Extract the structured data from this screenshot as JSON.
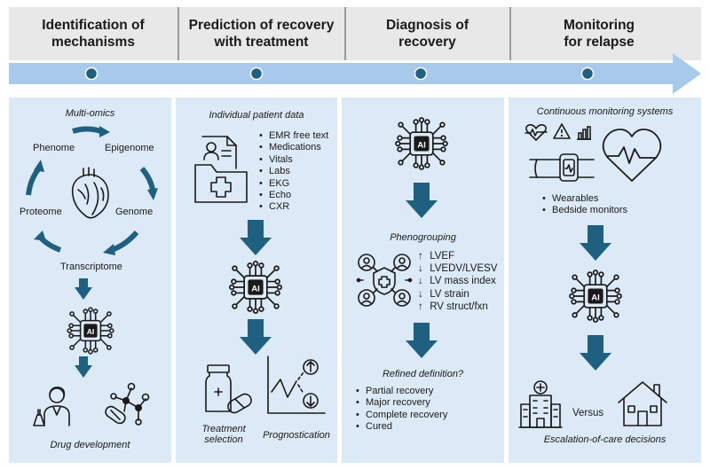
{
  "header": {
    "columns": [
      {
        "line1": "Identification of",
        "line2": "mechanisms"
      },
      {
        "line1": "Prediction of recovery",
        "line2": "with treatment"
      },
      {
        "line1": "Diagnosis of",
        "line2": "recovery"
      },
      {
        "line1": "Monitoring",
        "line2": "for relapse"
      }
    ]
  },
  "colors": {
    "header_bg": "#e8e8e8",
    "timeline": "#a9c9ea",
    "dot": "#1f5f7f",
    "panel_bg": "#dce9f6",
    "arrow": "#1f5f7f"
  },
  "panel1": {
    "title": "Multi-omics",
    "cycle": {
      "phenome": "Phenome",
      "epigenome": "Epigenome",
      "proteome": "Proteome",
      "genome": "Genome",
      "transcriptome": "Transcriptome"
    },
    "icons": [
      "heart-icon",
      "ai-chip-icon",
      "scientist-icon",
      "molecule-icon"
    ],
    "footer": "Drug development"
  },
  "panel2": {
    "title": "Individual patient data",
    "data_items": [
      "EMR free text",
      "Medications",
      "Vitals",
      "Labs",
      "EKG",
      "Echo",
      "CXR"
    ],
    "icons": [
      "medical-folder-icon",
      "ai-chip-icon",
      "medication-icon",
      "prognosis-chart-icon"
    ],
    "treatment_line1": "Treatment",
    "treatment_line2": "selection",
    "prognostication": "Prognostication"
  },
  "panel3": {
    "phenogrouping": "Phenogrouping",
    "markers": [
      {
        "dir": "↑",
        "label": "LVEF"
      },
      {
        "dir": "↓",
        "label": "LVEDV/LVESV"
      },
      {
        "dir": "↓",
        "label": "LV mass index"
      },
      {
        "dir": "↓",
        "label": "LV strain"
      },
      {
        "dir": "↑",
        "label": "RV struct/fxn"
      }
    ],
    "refined": "Refined definition?",
    "definitions": [
      "Partial recovery",
      "Major recovery",
      "Complete recovery",
      "Cured"
    ],
    "icons": [
      "ai-chip-icon",
      "patient-network-icon"
    ]
  },
  "panel4": {
    "title": "Continuous monitoring systems",
    "devices": [
      "Wearables",
      "Bedside monitors"
    ],
    "versus": "Versus",
    "footer": "Escalation-of-care decisions",
    "icons": [
      "heartbeat-icon",
      "alert-icon",
      "bar-chart-icon",
      "smartwatch-icon",
      "heart-rhythm-icon",
      "ai-chip-icon",
      "hospital-icon",
      "home-icon"
    ]
  }
}
